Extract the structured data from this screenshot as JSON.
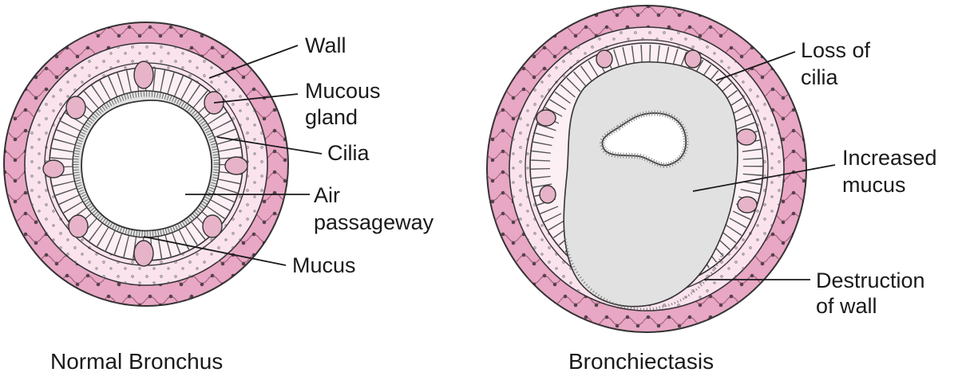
{
  "panels": [
    {
      "caption": "Normal Bronchus",
      "labels": {
        "wall": "Wall",
        "mucous_gland_1": "Mucous",
        "mucous_gland_2": "gland",
        "cilia": "Cilia",
        "air_1": "Air",
        "air_2": "passageway",
        "mucus": "Mucus"
      }
    },
    {
      "caption": "Bronchiectasis",
      "labels": {
        "loss_1": "Loss of",
        "loss_2": "cilia",
        "increased_1": "Increased",
        "increased_2": "mucus",
        "destruction_1": "Destruction",
        "destruction_2": "of wall"
      }
    }
  ],
  "colors": {
    "outer_wall": "#e8a7c4",
    "inner_wall": "#fbe3ee",
    "cells": "#fdf0f5",
    "gland": "#e6b3c8",
    "mucus": "#e1e1e1",
    "lumen": "#ffffff",
    "outline": "#333333"
  }
}
